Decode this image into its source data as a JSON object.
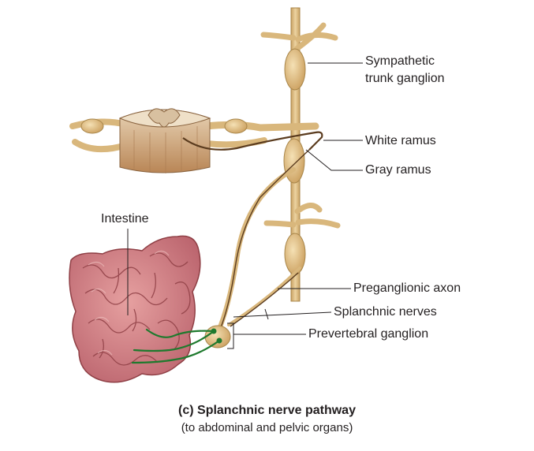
{
  "labels": {
    "sympathetic_line1": "Sympathetic",
    "sympathetic_line2": "trunk ganglion",
    "white_ramus": "White ramus",
    "gray_ramus": "Gray ramus",
    "intestine": "Intestine",
    "preganglionic_axon": "Preganglionic axon",
    "splanchnic_nerves": "Splanchnic nerves",
    "prevertebral_ganglion": "Prevertebral ganglion"
  },
  "caption": {
    "title": "(c) Splanchnic nerve pathway",
    "subtitle": "(to abdominal and pelvic organs)"
  },
  "colors": {
    "nerve": "#d9b77c",
    "nerve_outline": "#a8864a",
    "axon_preganglionic": "#5a3b1e",
    "axon_postganglionic": "#1f7a2e",
    "intestine": "#c9777a",
    "intestine_dark": "#8f3f45",
    "spinal_cord": "#c69a6b",
    "leader_line": "#231f20"
  }
}
